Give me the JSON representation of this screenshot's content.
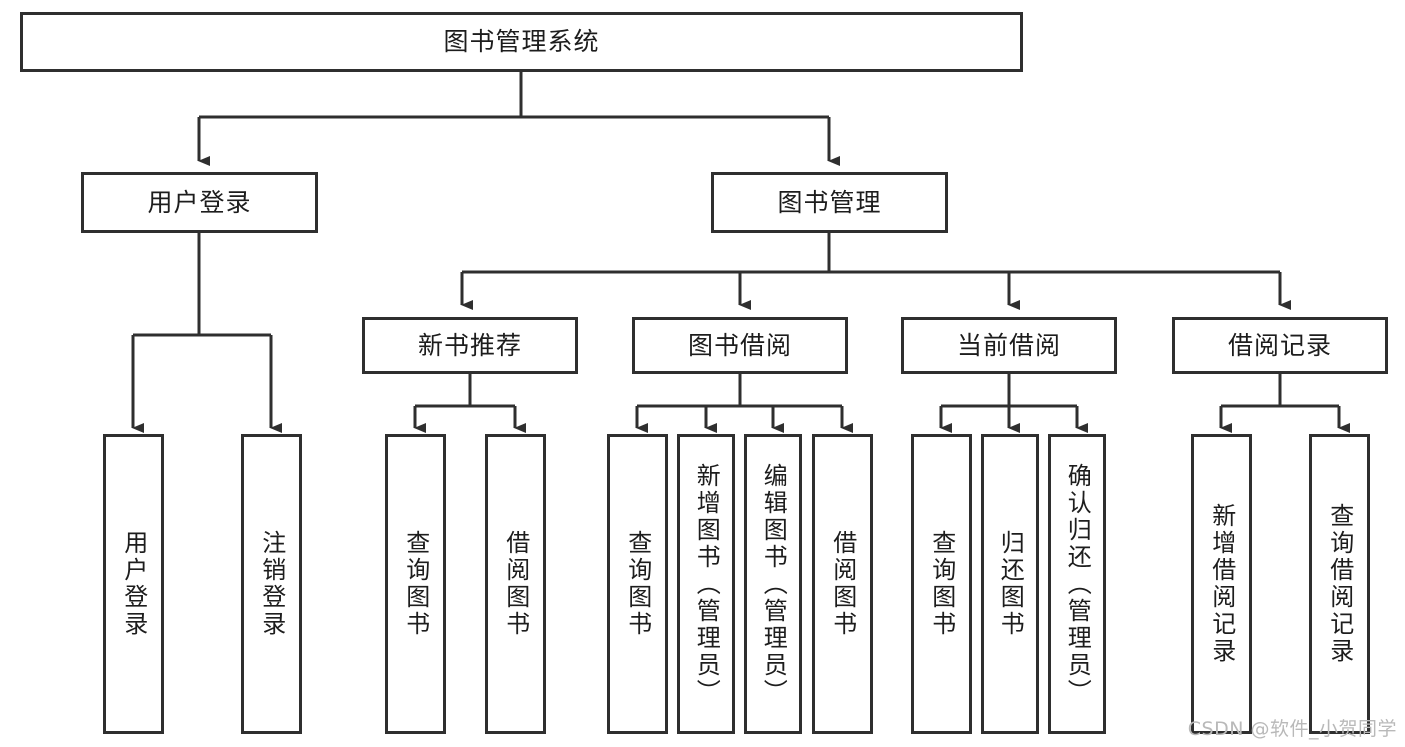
{
  "diagram": {
    "title": "图书管理系统",
    "type": "tree",
    "watermark": "CSDN @软件_小贺同学",
    "colors": {
      "stroke": "#2f2f2f",
      "fill": "#ffffff",
      "text": "#1d1d1d",
      "watermark": "#b9b9b9"
    },
    "root": {
      "label": "图书管理系统"
    },
    "level2": [
      {
        "label": "用户登录"
      },
      {
        "label": "图书管理"
      }
    ],
    "level3": [
      {
        "label": "新书推荐"
      },
      {
        "label": "图书借阅"
      },
      {
        "label": "当前借阅"
      },
      {
        "label": "借阅记录"
      }
    ],
    "leaves": {
      "user_login": [
        {
          "label": "用户登录"
        },
        {
          "label": "注销登录"
        }
      ],
      "new_book_recommend": [
        {
          "label": "查询图书"
        },
        {
          "label": "借阅图书"
        }
      ],
      "book_borrow": [
        {
          "label": "查询图书"
        },
        {
          "label": "新增图书（管理员）"
        },
        {
          "label": "编辑图书（管理员）"
        },
        {
          "label": "借阅图书"
        }
      ],
      "current_borrow": [
        {
          "label": "查询图书"
        },
        {
          "label": "归还图书"
        },
        {
          "label": "确认归还（管理员）"
        }
      ],
      "borrow_record": [
        {
          "label": "新增借阅记录"
        },
        {
          "label": "查询借阅记录"
        }
      ]
    }
  }
}
